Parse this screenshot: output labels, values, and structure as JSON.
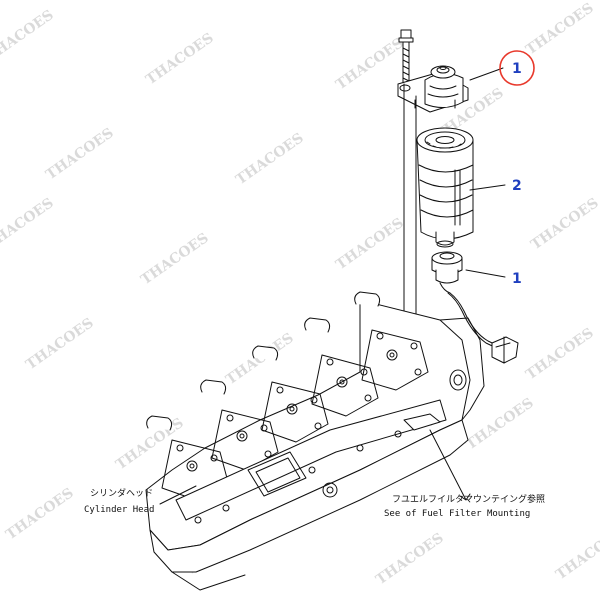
{
  "watermark": "THACOES",
  "callouts": [
    {
      "id": "callout-1-top",
      "number": "1",
      "highlighted": true
    },
    {
      "id": "callout-2",
      "number": "2",
      "highlighted": false
    },
    {
      "id": "callout-1-bottom",
      "number": "1",
      "highlighted": false
    }
  ],
  "labels": {
    "cylinder_head_jp": "シリンダヘッド",
    "cylinder_head_en": "Cylinder Head",
    "fuel_filter_jp": "フユエルフイルタマウンテイング参照",
    "fuel_filter_en": "See of Fuel Filter Mounting"
  },
  "colors": {
    "line": "#111111",
    "callout_text": "#1f3fbf",
    "highlight_ring": "#e8392c",
    "watermark": "#bdbdbd"
  }
}
